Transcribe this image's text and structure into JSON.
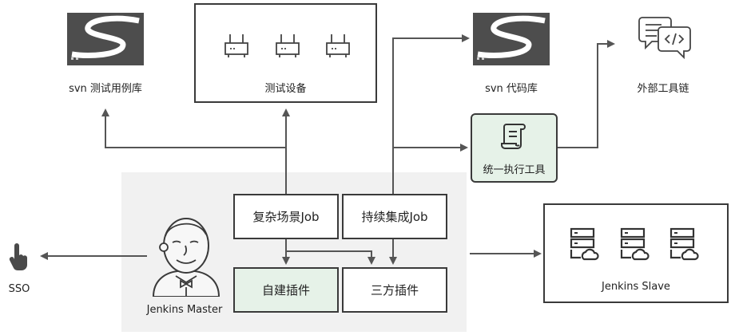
{
  "nodes": {
    "svn_test": "svn 测试用例库",
    "test_device": "测试设备",
    "svn_code": "svn 代码库",
    "external_tools": "外部工具链",
    "unified_tool": "统一执行工具",
    "complex_job": "复杂场景Job",
    "ci_job": "持续集成Job",
    "custom_plugin": "自建插件",
    "third_plugin": "三方插件",
    "jenkins_master": "Jenkins Master",
    "jenkins_slave": "Jenkins Slave",
    "sso": "SSO"
  },
  "colors": {
    "line": "#555555",
    "border": "#3a3a3a",
    "highlight_fill": "#e6f2e8",
    "master_area": "#f1f1f1",
    "svn_logo": "#4d4d4d"
  },
  "icons": {
    "svn": "subversion-logo-icon",
    "device": "router-icon",
    "external": "chat-code-icon",
    "unified": "scroll-icon",
    "server": "server-cloud-icon",
    "jenkins": "jenkins-butler-icon",
    "sso": "pointer-hand-icon"
  }
}
